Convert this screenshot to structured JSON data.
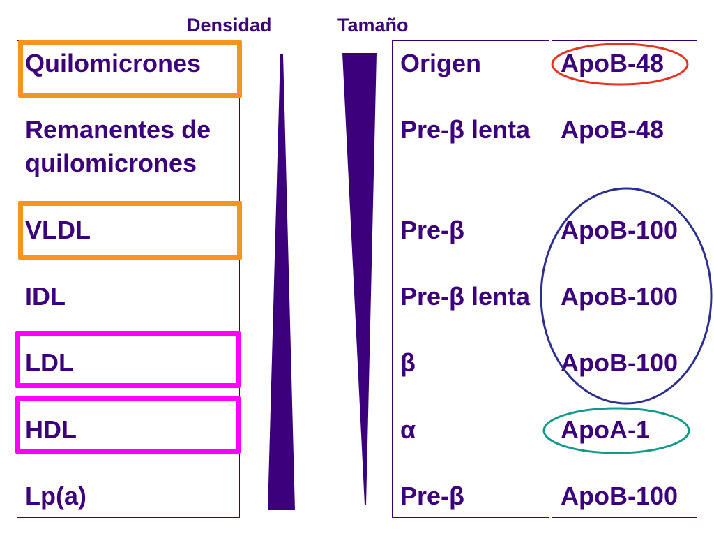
{
  "headers": {
    "density": "Densidad",
    "size": "Tamaño"
  },
  "lipoproteins": [
    {
      "name": "Quilomicrones",
      "mobility": "Origen",
      "apo": "ApoB-48"
    },
    {
      "name": "Remanentes de",
      "name_line2": "quilomicrones",
      "mobility": "Pre-β lenta",
      "apo": "ApoB-48"
    },
    {
      "name": "VLDL",
      "mobility": "Pre-β",
      "apo": "ApoB-100"
    },
    {
      "name": "IDL",
      "mobility": "Pre-β lenta",
      "apo": "ApoB-100"
    },
    {
      "name": "LDL",
      "mobility": "β",
      "apo": "ApoB-100"
    },
    {
      "name": "HDL",
      "mobility": "α",
      "apo": "ApoA-1"
    },
    {
      "name": "Lp(a)",
      "mobility": "Pre-β",
      "apo": "ApoB-100"
    }
  ],
  "colors": {
    "text": "#3d007c",
    "wedge": "#3d007c",
    "orange_highlight": "#f7941d",
    "magenta_highlight": "#ff00ff",
    "red_ellipse": "#e8311e",
    "blue_ellipse": "#2b2f8f",
    "teal_ellipse": "#12998c"
  }
}
